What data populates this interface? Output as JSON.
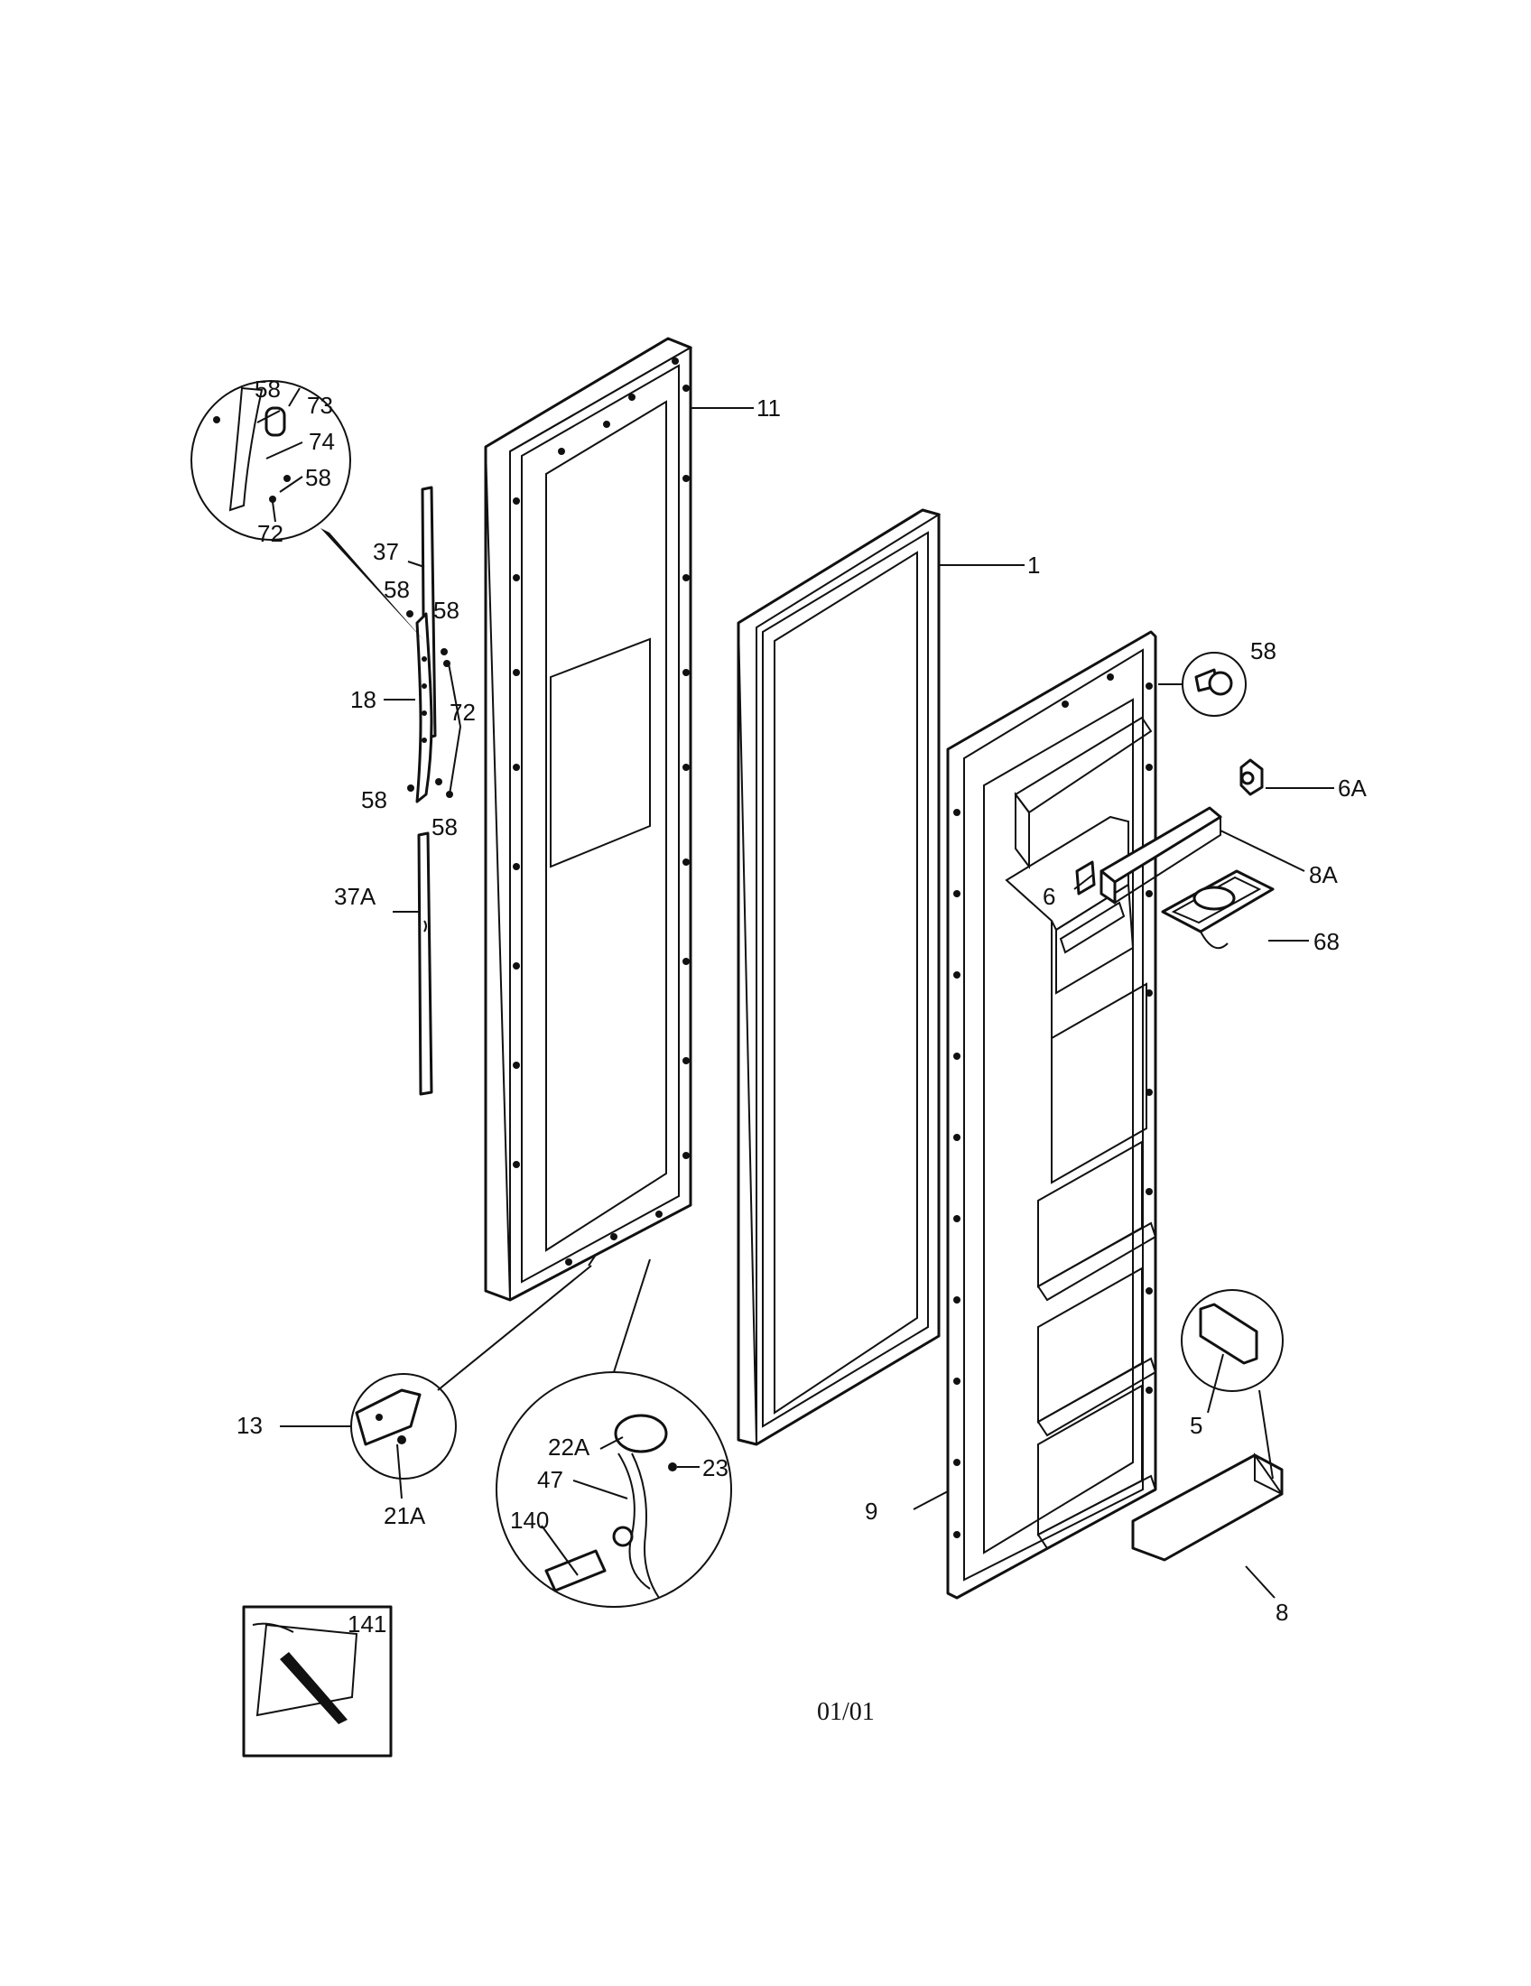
{
  "callouts": {
    "c11": "11",
    "c1": "1",
    "c58_screw": "58",
    "c6A": "6A",
    "c8A": "8A",
    "c6": "6",
    "c68": "68",
    "c9": "9",
    "c5": "5",
    "c8": "8",
    "c37": "37",
    "c58_a": "58",
    "c58_b": "58",
    "c18": "18",
    "c72": "72",
    "c58_c": "58",
    "c58_d": "58",
    "c37A": "37A",
    "c58_e": "58",
    "c73": "73",
    "c74": "74",
    "c58_f": "58",
    "c72_detail": "72",
    "c13": "13",
    "c21A": "21A",
    "c22A": "22A",
    "c47": "47",
    "c23": "23",
    "c140": "140",
    "c141": "141"
  },
  "page_code": "01/01"
}
